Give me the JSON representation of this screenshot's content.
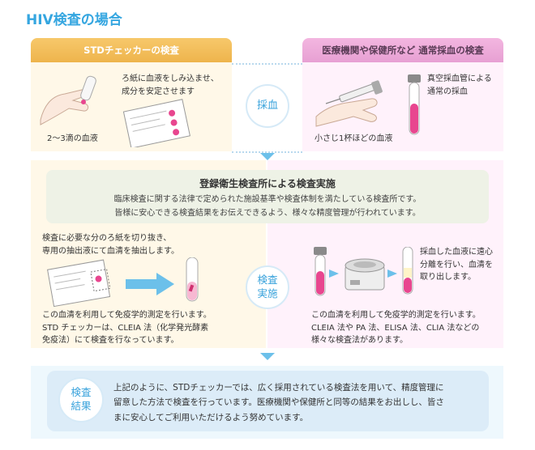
{
  "page": {
    "title": "HIV検査の場合"
  },
  "headers": {
    "std": "STDチェッカーの検査",
    "medical": "医療機関や保健所など 通常採血の検査"
  },
  "step1": {
    "circle_label": "採血",
    "std_caption_line1": "ろ紙に血液をしみ込ませ、",
    "std_caption_line2": "成分を安定させます",
    "std_amount": "2～3滴の血液",
    "med_caption_line1": "真空採血管による",
    "med_caption_line2": "通常の採血",
    "med_amount": "小さじ1杯ほどの血液"
  },
  "step2": {
    "lab_title": "登録衛生検査所による検査実施",
    "lab_desc_line1": "臨床検査に関する法律で定められた施設基準や検査体制を満たしている検査所です。",
    "lab_desc_line2": "皆様に安心できる検査結果をお伝えできるよう、様々な精度管理が行われています。",
    "circle_line1": "検査",
    "circle_line2": "実施",
    "std_extract_line1": "検査に必要な分のろ紙を切り抜き、",
    "std_extract_line2": "専用の抽出液にて血清を抽出します。",
    "std_method_line1": "この血清を利用して免疫学的測定を行います。",
    "std_method_line2": "STD チェッカーは、CLEIA 法（化学発光酵素",
    "std_method_line3": "免疫法）にて検査を行なっています。",
    "med_sep_line1": "採血した血液に遠心",
    "med_sep_line2": "分離を行い、血清を",
    "med_sep_line3": "取り出します。",
    "med_method_line1": "この血清を利用して免疫学的測定を行います。",
    "med_method_line2": "CLEIA 法や PA 法、ELISA 法、CLIA 法などの",
    "med_method_line3": "様々な検査法があります。"
  },
  "step3": {
    "circle_line1": "検査",
    "circle_line2": "結果",
    "text_line1": "上記のように、STDチェッカーでは、広く採用されている検査法を用いて、精度管理に",
    "text_line2": "留意した方法で検査を行っています。医療機関や保健所と同等の結果をお出しし、皆さ",
    "text_line3": "まに安心してご利用いただけるよう努めています。"
  },
  "colors": {
    "accent": "#35a6e0",
    "std_header": "#eeb44c",
    "medical_header": "#e7a0d3",
    "blood": "#e8468f"
  }
}
